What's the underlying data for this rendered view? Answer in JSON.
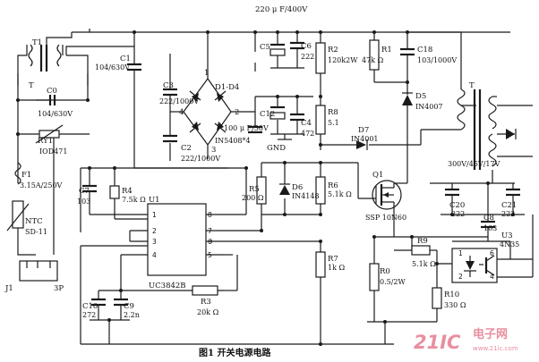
{
  "labels": {
    "top_cap": "220 μ F/400V",
    "T1": "T1",
    "T_left": "T",
    "C1": "C1",
    "C1_v": "104/630V",
    "C0": "C0",
    "C0_v": "104/630V",
    "RY1": "RY1",
    "RY1_v": "IOD471",
    "F1": "F1",
    "F1_v": "3.15A/250V",
    "NTC": "NTC",
    "NTC_v": "SD-11",
    "J1": "J1",
    "J1_v": "3P",
    "C3": "C3",
    "C3_v": "222/1000V",
    "C2": "C2",
    "C2_v": "222/1000V",
    "D1D4": "D1-D4",
    "D1D4_v": "IN5408*4",
    "C100": "100 μ F/50V",
    "C5": "C5",
    "C6": "C6",
    "C6_v": "222",
    "R2": "R2",
    "R2_v": "120k2W",
    "R1": "R1",
    "R1_v": "47k Ω",
    "C18": "C18",
    "C18_v": "103/1000V",
    "D5": "D5",
    "D5_v": "IN4007",
    "T_right": "T",
    "C12": "C12",
    "C4": "C4",
    "C4_v": "472",
    "GND": "GND",
    "R8": "R8",
    "R8_v": "5.1",
    "D7": "D7",
    "D7_v": "IN4001",
    "out_v": "300V/45V/17V",
    "C7": "C7",
    "C7_v": "103",
    "R4": "R4",
    "R4_v": "7.5k Ω",
    "U1": "U1",
    "R5": "R5",
    "R5_v": "200 Ω",
    "D6": "D6",
    "D6_v": "IN4148",
    "R6": "R6",
    "R6_v": "5.1k Ω",
    "Q1": "Q1",
    "Q1_v": "SSP 10N60",
    "C20": "C20",
    "C20_v": "222",
    "C21": "C21",
    "C21_v": "222",
    "C8": "C8",
    "C8_v": "103",
    "U3": "U3",
    "U3_v": "4N35",
    "R7": "R7",
    "R7_v": "1k Ω",
    "R9": "R9",
    "R9_v": "5.1k Ω",
    "R0": "R0",
    "R0_v": "0.5/2W",
    "R10": "R10",
    "R10_v": "330 Ω",
    "C10": "C10",
    "C10_v": "272",
    "C9": "C9",
    "C9_v": "2.2n",
    "R3": "R3",
    "R3_v": "20k Ω",
    "UC3842B": "UC3842B"
  },
  "caption": "图1   开关电源电路",
  "watermark": {
    "brand": "21IC",
    "cn": "电子网",
    "url": "www.21ic.com",
    "color": "#e88fa0"
  }
}
